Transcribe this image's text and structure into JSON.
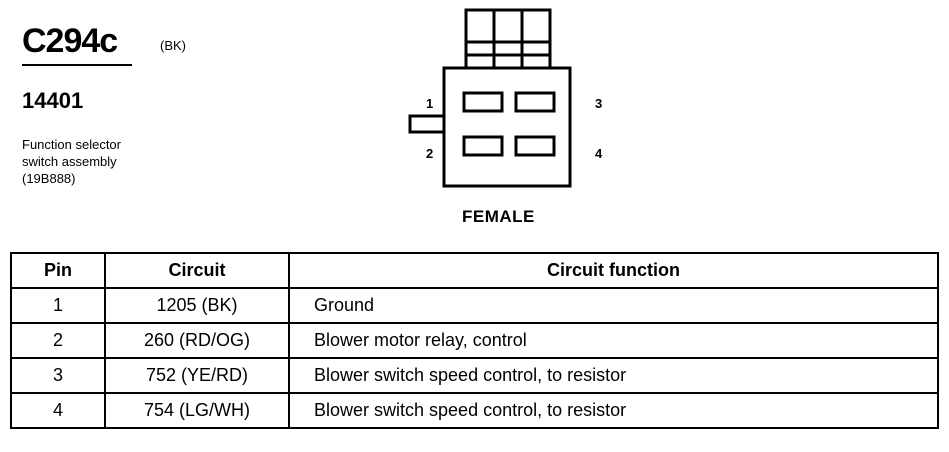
{
  "header": {
    "connector_id": "C294c",
    "color_code": "(BK)",
    "part_number": "14401",
    "description": [
      "Function selector",
      "switch assembly",
      "(19B888)"
    ]
  },
  "diagram": {
    "pin_labels": [
      "1",
      "2",
      "3",
      "4"
    ],
    "gender": "FEMALE"
  },
  "table": {
    "headers": [
      "Pin",
      "Circuit",
      "Circuit function"
    ],
    "rows": [
      {
        "pin": "1",
        "circuit": "1205 (BK)",
        "function": "Ground"
      },
      {
        "pin": "2",
        "circuit": "260 (RD/OG)",
        "function": "Blower motor relay, control"
      },
      {
        "pin": "3",
        "circuit": "752 (YE/RD)",
        "function": "Blower switch speed control, to resistor"
      },
      {
        "pin": "4",
        "circuit": "754 (LG/WH)",
        "function": "Blower switch speed control, to resistor"
      }
    ]
  }
}
